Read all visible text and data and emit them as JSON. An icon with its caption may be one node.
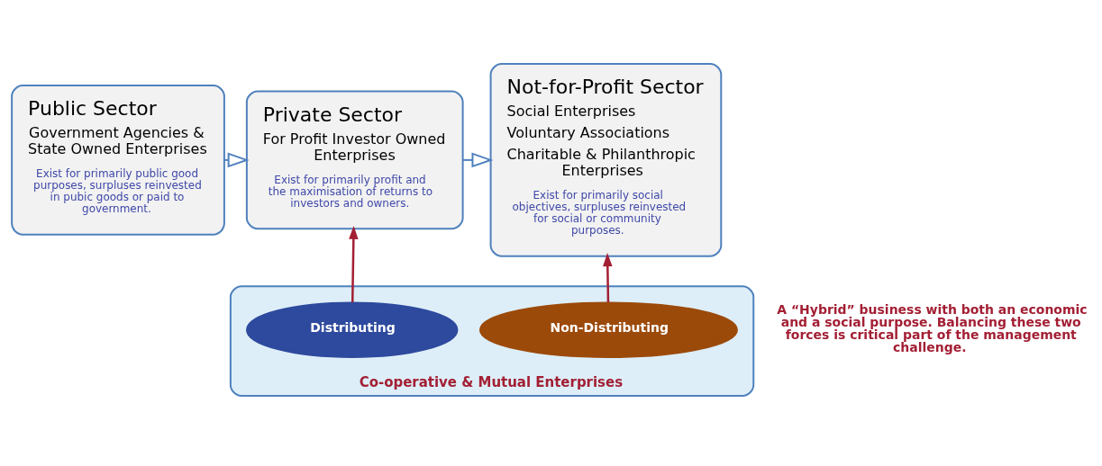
{
  "diagram": {
    "nodes": [
      {
        "text": [
          "Public Sector",
          "Government Agencies & State Owned Enterprises",
          "Exist for primarily public good purposes, surpluses reinvested in pubic goods or paid to government."
        ]
      },
      {
        "text": [
          "Private Sector",
          "For Profit Investor Owned Enterprises",
          "Exist for primarily profit and the maximisation of returns to investors and owners."
        ]
      },
      {
        "text": [
          "Not-for-Profit Sector",
          "Social Enterprises",
          "Voluntary Associations",
          "Charitable & Philanthropic Enterprises",
          "Exist for primarily social objectives, surpluses reinvested for social or community purposes."
        ]
      },
      {
        "text": [
          "Co-operative & Mutual Enterprises"
        ]
      },
      {
        "text": [
          "Distributing"
        ],
        "in": 3
      },
      {
        "text": [
          "Non-Distributing"
        ],
        "in": 3
      }
    ],
    "edges": [
      {
        "from": 0,
        "to": 1,
        "arrow": "to"
      },
      {
        "from": 1,
        "to": 2,
        "arrow": "to"
      },
      {
        "from": 4,
        "to": 1,
        "arrow": "to",
        "color": "#a31f34"
      },
      {
        "from": 5,
        "to": 2,
        "arrow": "to",
        "color": "#a31f34"
      }
    ],
    "labels": [
      "A “Hybrid” business with both an economic and a social purpose. Balancing these two forces is critical part of the management challenge."
    ]
  }
}
